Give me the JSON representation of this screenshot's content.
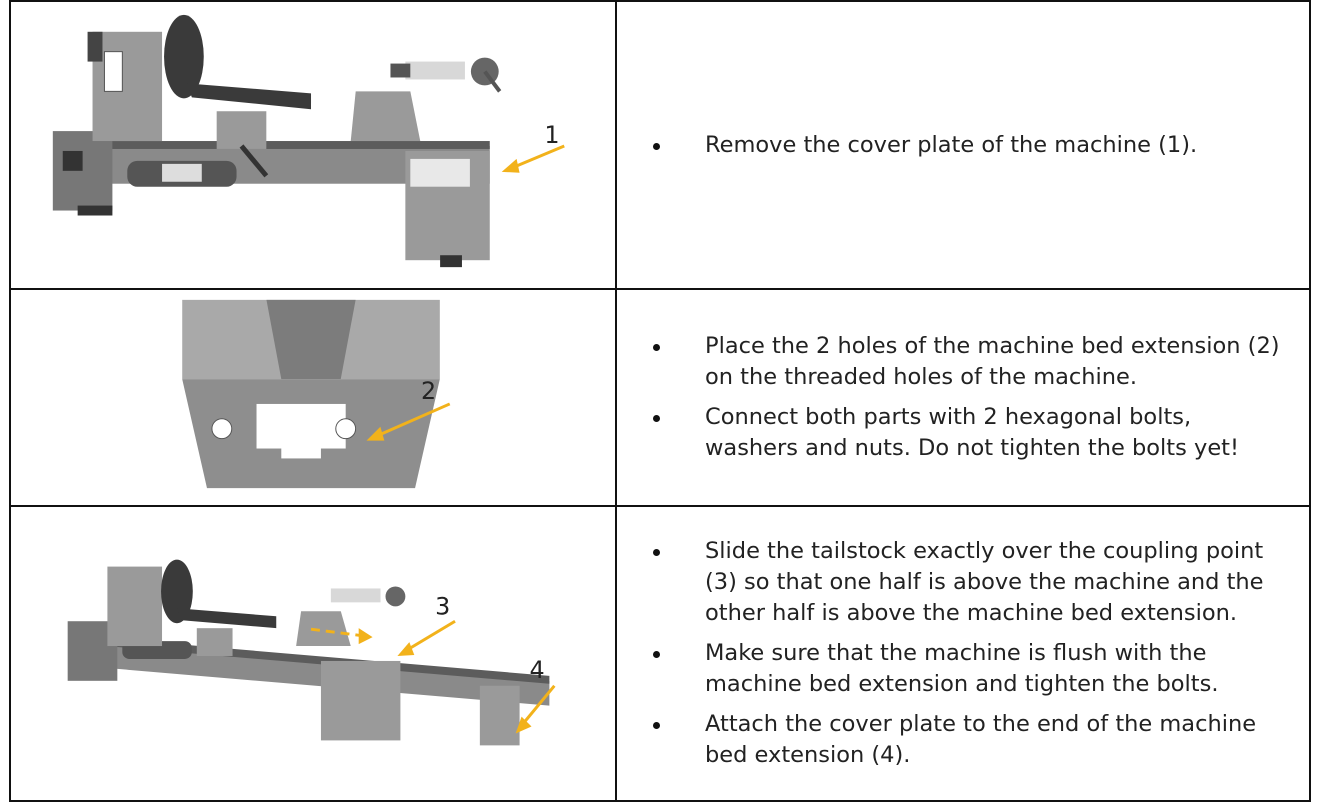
{
  "rows": [
    {
      "callouts": [
        "1"
      ],
      "steps": [
        "Remove the cover plate of the machine (1)."
      ]
    },
    {
      "callouts": [
        "2"
      ],
      "steps": [
        "Place the 2 holes of the machine bed extension (2) on the threaded holes of the machine.",
        "Connect both parts with 2 hexagonal bolts, washers and nuts. Do not tighten the bolts yet!"
      ]
    },
    {
      "callouts": [
        "3",
        "4"
      ],
      "steps": [
        "Slide the tailstock exactly over the coupling point (3) so that one half is above the machine and the other half is above the machine bed extension.",
        "Make sure that the machine is flush with the machine bed extension and tighten the bolts.",
        "Attach the cover plate to the end of the machine bed extension (4)."
      ]
    }
  ],
  "colors": {
    "arrow": "#f2b21b",
    "border": "#111111",
    "machine_gray": "#8e8e8e"
  }
}
